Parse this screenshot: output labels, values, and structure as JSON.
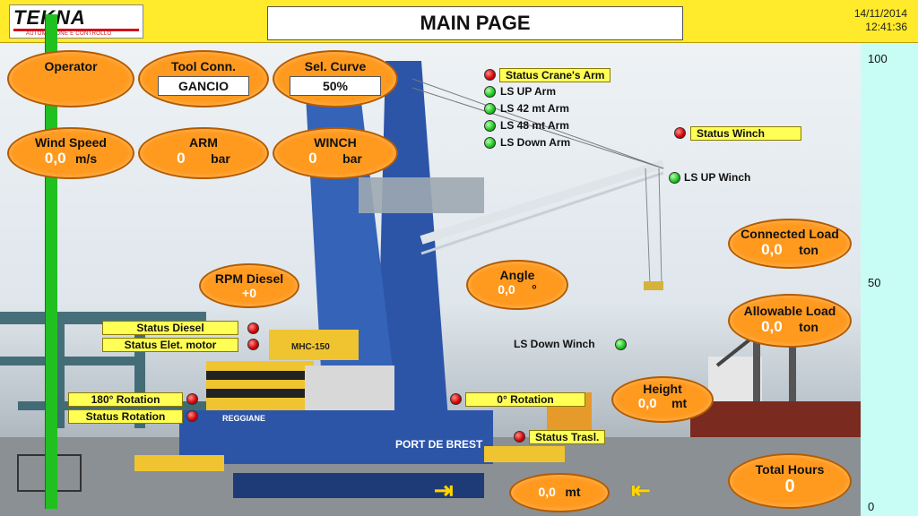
{
  "header": {
    "logo_text": "TEKNA",
    "logo_sub": "AUTOMAZIONE E CONTROLLO",
    "title": "MAIN PAGE",
    "date": "14/11/2014",
    "time": "12:41:36"
  },
  "gauge": {
    "max_label": "100",
    "mid_label": "50",
    "min_label": "0",
    "fill_percent": 100,
    "color": "#20c020"
  },
  "panels": {
    "operator": {
      "label": "Operator"
    },
    "tool_conn": {
      "label": "Tool Conn.",
      "value": "GANCIO"
    },
    "sel_curve": {
      "label": "Sel. Curve",
      "value": "50%"
    },
    "wind_speed": {
      "label": "Wind Speed",
      "value": "0,0",
      "unit": "m/s"
    },
    "arm": {
      "label": "ARM",
      "value": "0",
      "unit": "bar"
    },
    "winch": {
      "label": "WINCH",
      "value": "0",
      "unit": "bar"
    },
    "rpm_diesel": {
      "label": "RPM Diesel",
      "value": "+0"
    },
    "angle": {
      "label": "Angle",
      "value": "0,0",
      "unit": "°"
    },
    "connected_load": {
      "label": "Connected Load",
      "value": "0,0",
      "unit": "ton"
    },
    "allowable_load": {
      "label": "Allowable Load",
      "value": "0,0",
      "unit": "ton"
    },
    "height": {
      "label": "Height",
      "value": "0,0",
      "unit": "mt"
    },
    "total_hours": {
      "label": "Total Hours",
      "value": "0"
    },
    "traverse": {
      "value": "0,0",
      "unit": "mt"
    }
  },
  "status": {
    "crane_arm": "Status Crane's Arm",
    "ls_up_arm": "LS UP Arm",
    "ls_42_arm": "LS 42 mt Arm",
    "ls_48_arm": "LS 48 mt Arm",
    "ls_down_arm": "LS Down Arm",
    "winch": "Status Winch",
    "ls_up_winch": "LS UP Winch",
    "ls_down_winch": "LS Down Winch",
    "diesel": "Status Diesel",
    "elet_motor": "Status Elet. motor",
    "rot_180": "180° Rotation",
    "rotation": "Status Rotation",
    "rot_0": "0° Rotation",
    "trasl": "Status Trasl."
  },
  "scene_text": {
    "model": "MHC-150",
    "port": "PORT DE BREST",
    "brand": "REGGIANE"
  },
  "colors": {
    "header": "#ffea2b",
    "panel": "#ff9a1f",
    "tag": "#ffff55",
    "led_red": "#d40000",
    "led_green": "#19c41b"
  }
}
